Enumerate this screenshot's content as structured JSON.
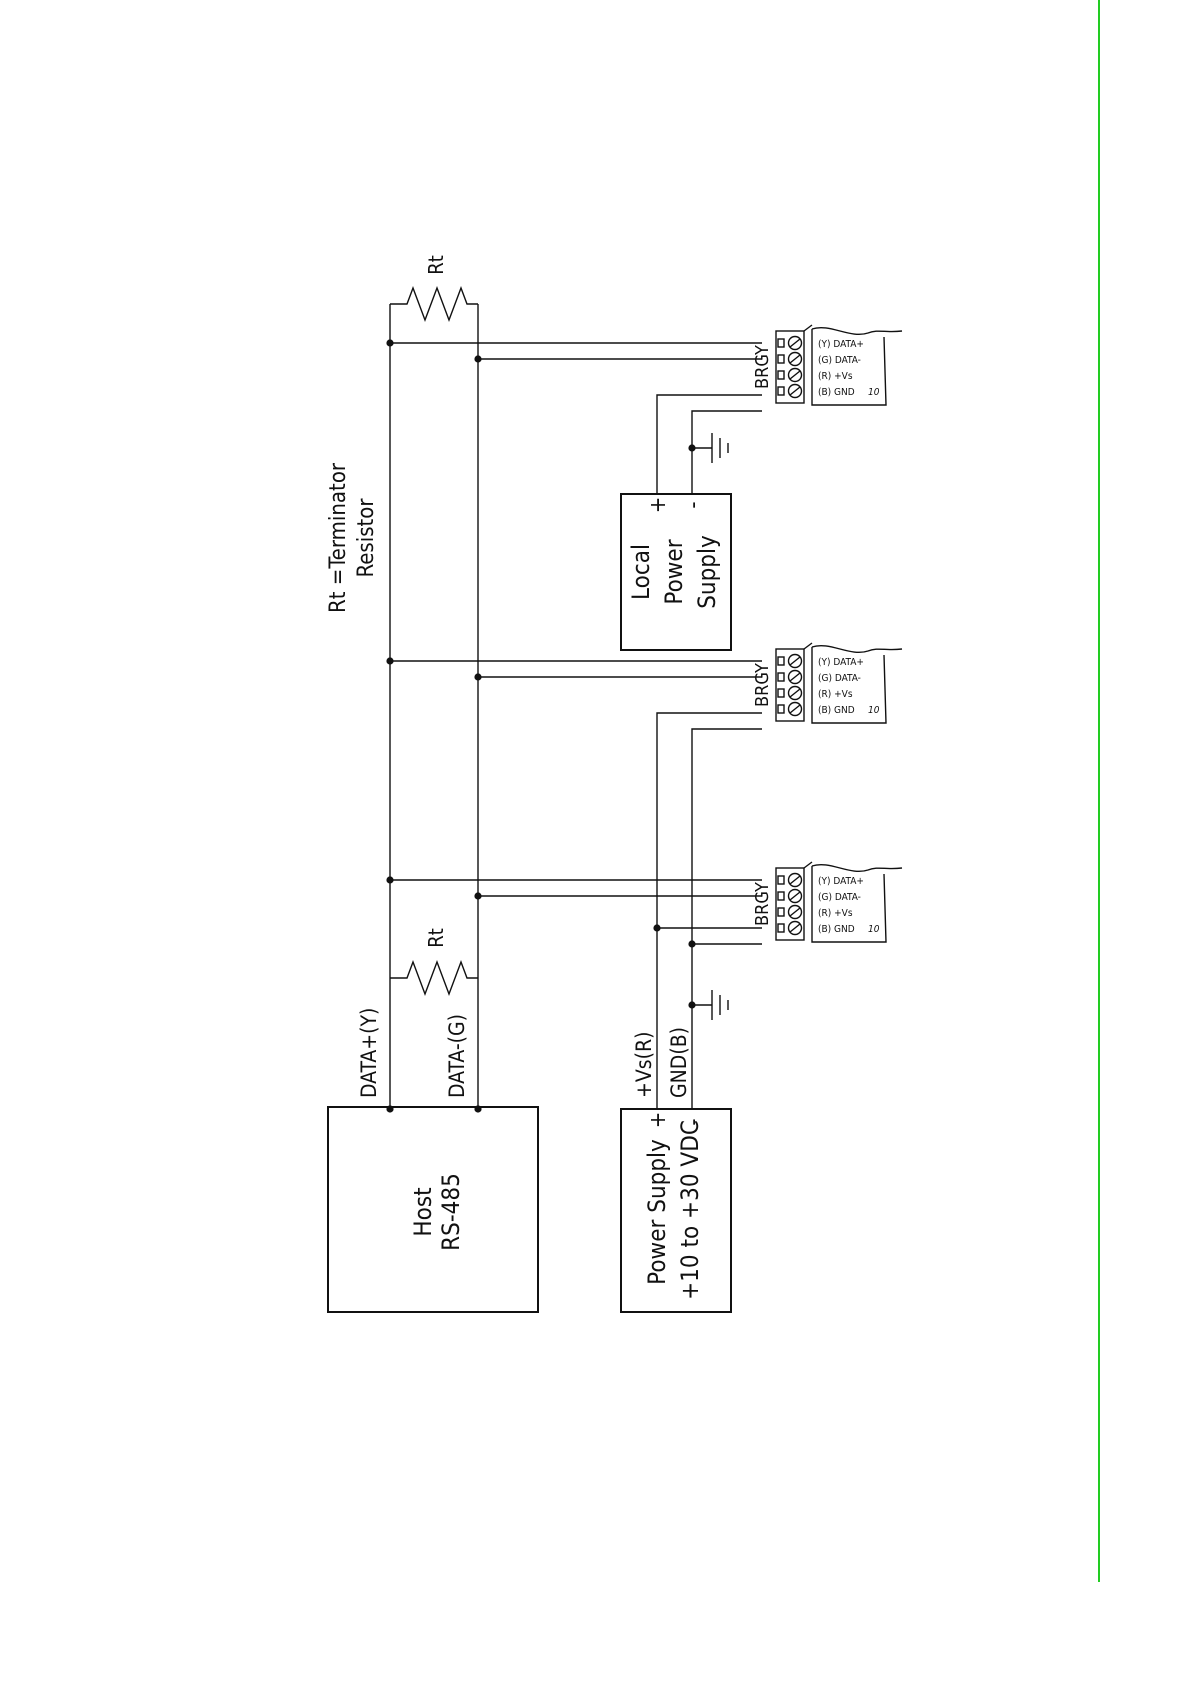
{
  "colors": {
    "margin_line": "#22cc22",
    "ink": "#111111"
  },
  "note": {
    "line1": "Rt =Terminator",
    "line2": "Resistor"
  },
  "resistor_label": "Rt",
  "host": {
    "line1": "Host",
    "line2": "RS-485"
  },
  "bus_labels": {
    "data_plus": "DATA+(Y)",
    "data_minus": "DATA-(G)"
  },
  "main_power": {
    "line1": "Power Supply",
    "line2": "+10 to +30 VDC",
    "plus": "+",
    "minus": "-"
  },
  "power_labels": {
    "vs": "+Vs(R)",
    "gnd": "GND(B)"
  },
  "local_power": {
    "line1": "Local",
    "line2": "Power",
    "line3": "Supply",
    "plus": "+",
    "minus": "-"
  },
  "terminal_letters": "BRGY",
  "module_pins": [
    "(Y) DATA+",
    "(G) DATA-",
    "(R) +Vs",
    "(B) GND"
  ],
  "module_number": "10"
}
